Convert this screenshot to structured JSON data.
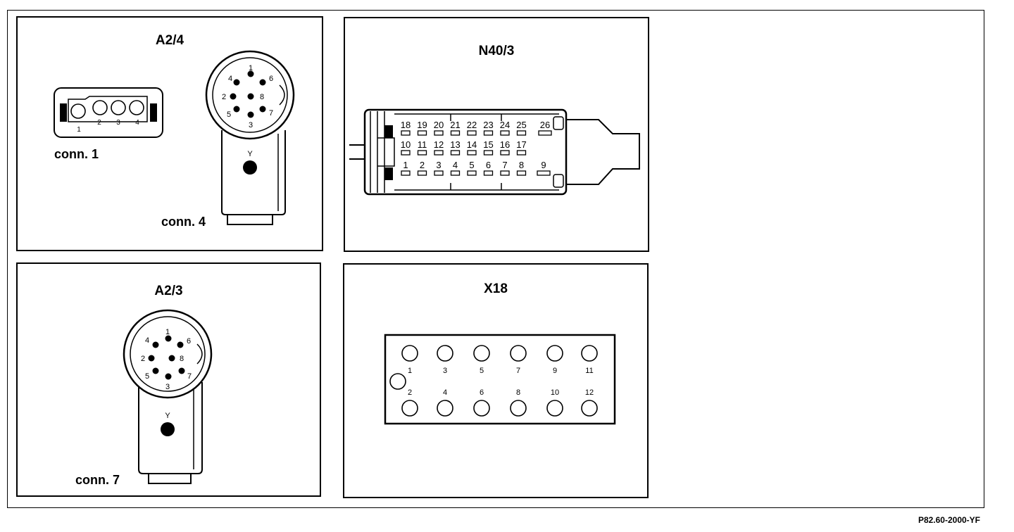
{
  "panels": {
    "a24": {
      "title": "A2/4",
      "conn1": {
        "caption": "conn. 1",
        "pins": [
          "1",
          "2",
          "3",
          "4"
        ]
      },
      "conn4": {
        "caption": "conn. 4",
        "pins": [
          "1",
          "2",
          "3",
          "4",
          "5",
          "6",
          "7",
          "8"
        ],
        "marker": "Y"
      }
    },
    "a23": {
      "title": "A2/3",
      "conn7": {
        "caption": "conn. 7",
        "pins": [
          "1",
          "2",
          "3",
          "4",
          "5",
          "6",
          "7",
          "8"
        ],
        "marker": "Y"
      }
    },
    "n403": {
      "title": "N40/3",
      "rows": [
        [
          "18",
          "19",
          "20",
          "21",
          "22",
          "23",
          "24",
          "25",
          "26"
        ],
        [
          "10",
          "11",
          "12",
          "13",
          "14",
          "15",
          "16",
          "17"
        ],
        [
          "1",
          "2",
          "3",
          "4",
          "5",
          "6",
          "7",
          "8",
          "9"
        ]
      ]
    },
    "x18": {
      "title": "X18",
      "top_pins": [
        "1",
        "3",
        "5",
        "7",
        "9",
        "11"
      ],
      "bottom_pins": [
        "2",
        "4",
        "6",
        "8",
        "10",
        "12"
      ]
    }
  },
  "reference": "P82.60-2000-YF"
}
